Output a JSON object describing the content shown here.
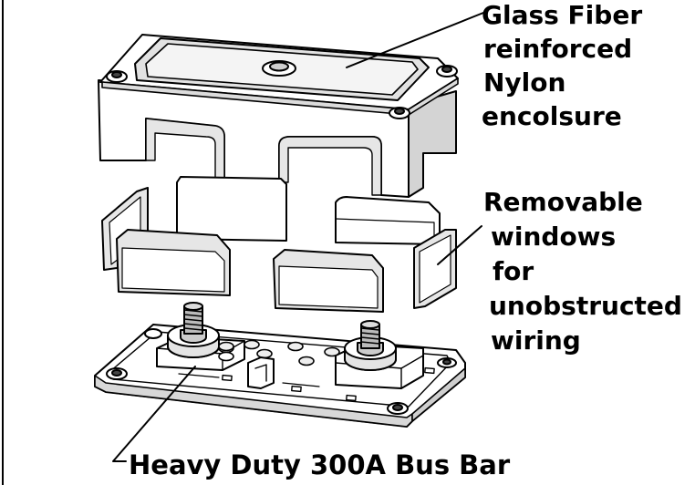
{
  "callouts": {
    "enclosure": [
      "Glass Fiber",
      "reinforced",
      "Nylon",
      "encolsure"
    ],
    "windows": [
      "Removable",
      "windows",
      "for",
      "unobstructed",
      "wiring"
    ],
    "bus_bar": "Heavy Duty 300A Bus Bar"
  }
}
